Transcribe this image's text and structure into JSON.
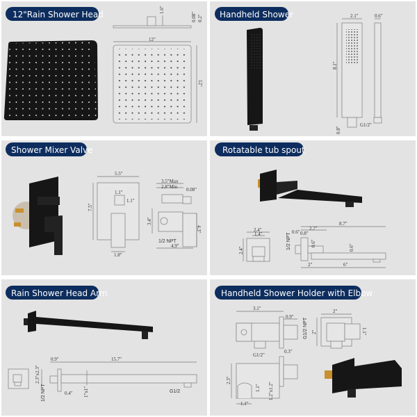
{
  "panels": [
    {
      "title": "12\"Rain Shower Head",
      "dims": [
        "1.6\"",
        "0.08\"",
        "0.2\"",
        "12\"",
        "12\""
      ]
    },
    {
      "title": "Handheld Shower",
      "dims": [
        "2.1\"",
        "0.6\"",
        "8.1\"",
        "0.8\"",
        "G1/2\""
      ]
    },
    {
      "title": "Shower Mixer Valve",
      "dims": [
        "5.5\"",
        "1.1\"",
        "1.1\"",
        "7.5\"",
        "1.8\"",
        "3.5\"Max",
        "2.8\"Min",
        "0.08\"",
        "3.4\"",
        "4.3\"",
        "1/2 NPT",
        "4.9\""
      ]
    },
    {
      "title": "Rotatable tub spout",
      "dims": [
        "2.4\"",
        "1.4\"",
        "2.4\"",
        "8.7\"",
        "2.7\"",
        "0.6\"",
        "0.8\"",
        "1/2 NPT",
        "0.6\"",
        "0.6\"",
        "2\"",
        "6\""
      ]
    },
    {
      "title": "Rain Shower Head Arm",
      "dims": [
        "0.9\"",
        "15.7\"",
        "2.3\"x2.3\"",
        "1/2 NPT",
        "0.4\"",
        "1\"x1\"",
        "G1/2"
      ]
    },
    {
      "title": "Handheld Shower Holder with Elbow",
      "dims": [
        "3.1\"",
        "0.9\"",
        "G1/2 NPT",
        "0.3\"",
        "G1/2\"",
        "2\"",
        "2\"",
        "1.1\"",
        "2.3\"",
        "1.1\"",
        "1.2\"x1.2\"",
        "1.1\""
      ]
    }
  ],
  "colors": {
    "pill": "#0d2d5e",
    "panel": "#e3e3e3",
    "product": "#161616",
    "brass": "#c8902e"
  }
}
